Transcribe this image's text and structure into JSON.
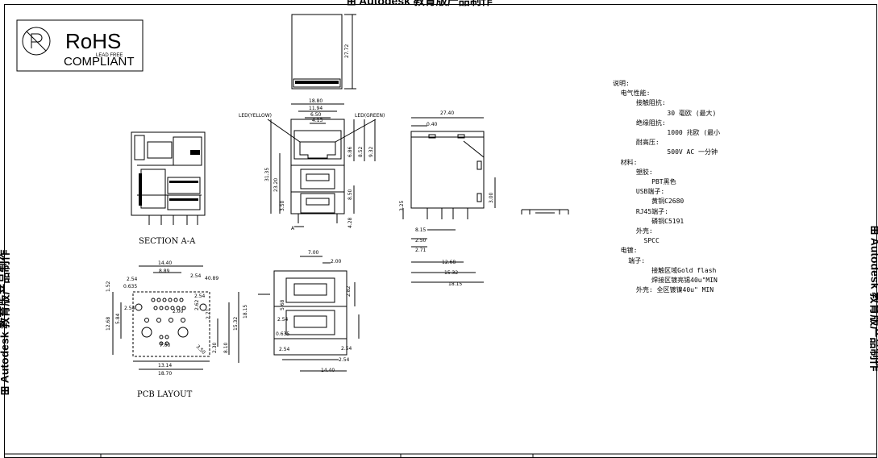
{
  "watermark": "⊞ Autodesk 教育版产品制作",
  "logo": {
    "main": "RoHS",
    "sub": "COMPLIANT",
    "small": "LEAD FREE"
  },
  "labels": {
    "section": "SECTION A-A",
    "pcb": "PCB LAYOUT",
    "led_yellow": "LED(YELLOW)",
    "led_green": "LED(GREEN)",
    "marker_a": "A"
  },
  "dims": {
    "top_height": "27.72",
    "front": [
      "18.80",
      "11.94",
      "6.50",
      "4.13",
      "6.86",
      "8.52",
      "9.32",
      "31.35",
      "23.20",
      "8.50",
      "3.50",
      "4.28"
    ],
    "side": [
      "27.40",
      "0.40",
      "3.25",
      "3.00",
      "8.15",
      "2.50",
      "2.71",
      "12.68",
      "15.32",
      "18.15"
    ],
    "pcb": [
      "14.40",
      "8.89",
      "2.54",
      "0.635",
      "2.54",
      "40.89",
      "1.52",
      "2.54",
      "2.00",
      "2.62",
      "2.71",
      "2.54",
      "5.84",
      "12.68",
      "15.32",
      "18.15",
      "7.00",
      "8.10",
      "2.30",
      "3.50",
      "13.14",
      "18.70"
    ],
    "bottom": [
      "7.00",
      "2.00",
      "5.68",
      "2.54",
      "0.635",
      "2.82",
      "2.54",
      "2.54",
      "2.54",
      "14.40"
    ]
  },
  "notes": [
    "说明:",
    "  电气性能:",
    "      接触阻抗:",
    "              30 毫欧 (最大)",
    "      绝缘阻抗:",
    "              1000 兆欧 (最小",
    "      耐高压:",
    "              500V AC 一分钟",
    "  材料:",
    "      塑胶:",
    "          PBT黑色",
    "      USB端子:",
    "          黄铜C2680",
    "      RJ45端子:",
    "          磷铜C5191",
    "      外壳:",
    "        SPCC",
    "  电镀:",
    "    端子:",
    "          接触区域Gold flash",
    "          焊接区镀亮锡40u\"MIN",
    "      外壳: 全区镀镍40u\" MIN"
  ]
}
